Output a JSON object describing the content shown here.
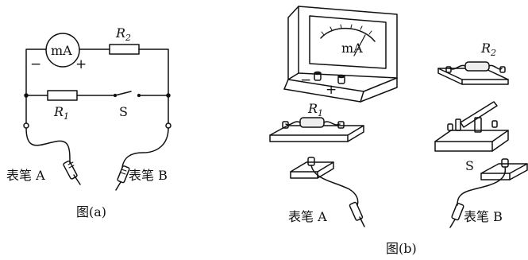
{
  "figure_a": {
    "meter": "mA",
    "minus": "−",
    "plus": "+",
    "r2": {
      "main": "R",
      "sub": "2"
    },
    "r1": {
      "main": "R",
      "sub": "1"
    },
    "switch": "S",
    "probe_a": "表笔 A",
    "probe_b": "表笔 B",
    "caption": "图(a)"
  },
  "figure_b": {
    "meter": "mA",
    "minus": "−",
    "plus": "+",
    "r2": {
      "main": "R",
      "sub": "2"
    },
    "r1": {
      "main": "R",
      "sub": "1"
    },
    "switch": "S",
    "probe_a": "表笔 A",
    "probe_b": "表笔 B",
    "caption": "图(b)"
  },
  "colors": {
    "ink": "#111111",
    "background": "#ffffff",
    "watermark": "#e6e6e6"
  }
}
